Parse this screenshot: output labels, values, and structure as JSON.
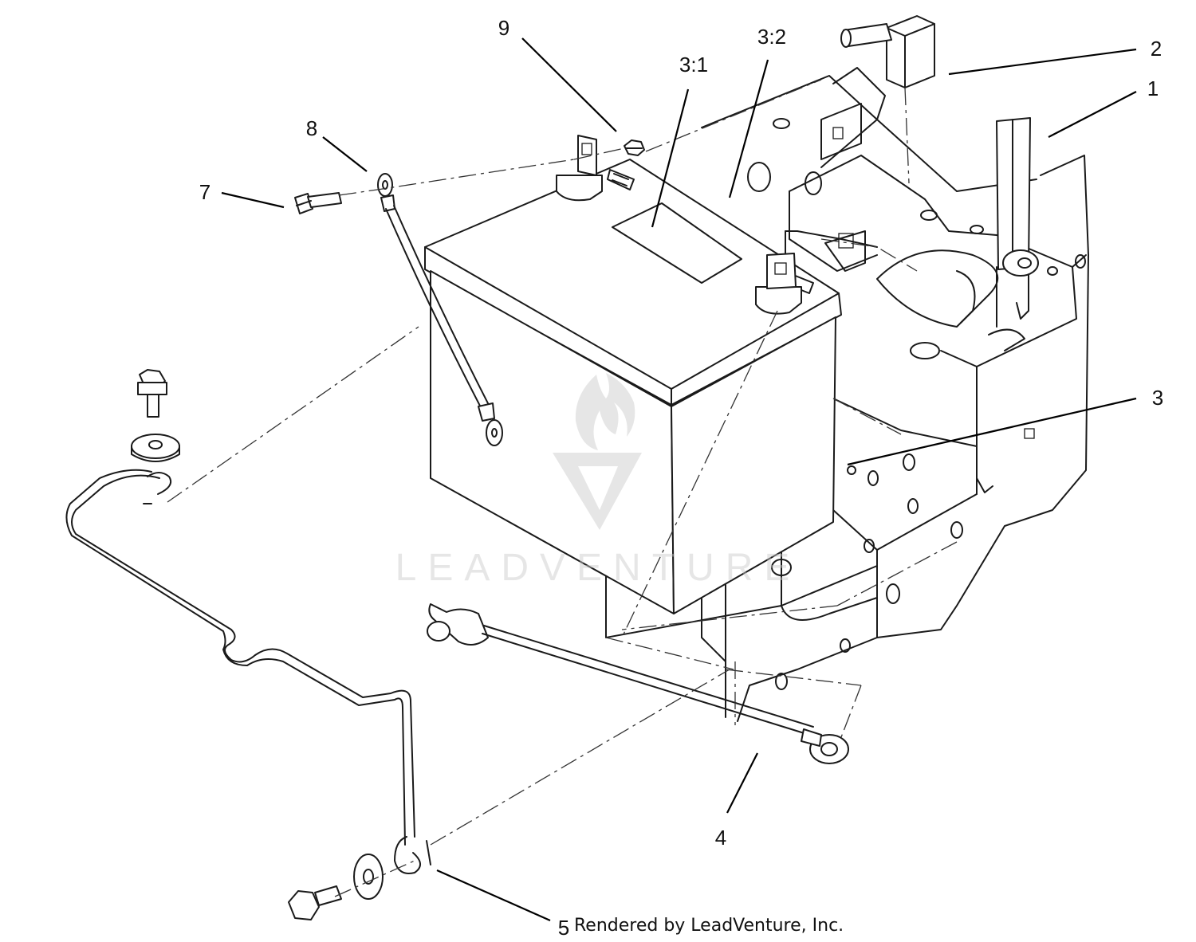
{
  "diagram": {
    "callouts": [
      "1",
      "2",
      "3",
      "3:1",
      "3:2",
      "4",
      "5",
      "7",
      "8",
      "9"
    ],
    "watermark_text": "LEADVENTURE",
    "credit": "Rendered by LeadVenture, Inc."
  }
}
